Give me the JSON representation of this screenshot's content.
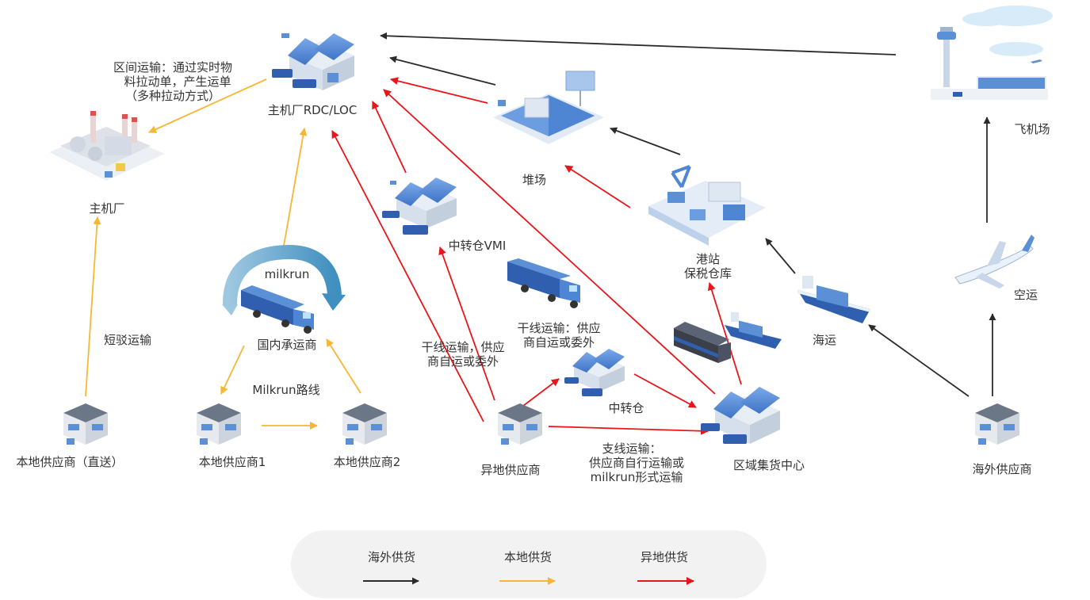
{
  "colors": {
    "overseas": "#2b2b2b",
    "local": "#f7b733",
    "remote": "#e8151b",
    "building": "#5b8fd6",
    "building_dark": "#2f5fae",
    "legend_bg": "#f2f2f2"
  },
  "nodes": {
    "rdc": "主机厂RDC/LOC",
    "oem": "主机厂",
    "yard": "堆场",
    "airport": "飞机场",
    "vmi": "中转仓VMI",
    "port": [
      "港站",
      "保税仓库"
    ],
    "carrier": "国内承运商",
    "transfer": "中转仓",
    "hub": "区域集货中心",
    "local_direct": "本地供应商（直送）",
    "local1": "本地供应商1",
    "local2": "本地供应商2",
    "remote": "异地供应商",
    "overseas": "海外供应商"
  },
  "labels": {
    "interval": [
      "区间运输：通过实时物",
      "料拉动单，产生运单",
      "（多种拉动方式）"
    ],
    "milkrun": "milkrun",
    "short_haul": "短驳运输",
    "milkrun_route": "Milkrun路线",
    "trunk_left": [
      "干线运输，供应",
      "商自运或委外"
    ],
    "trunk_right": [
      "干线运输：供应",
      "商自运或委外"
    ],
    "branch": [
      "支线运输：",
      "供应商自行运输或",
      "milkrun形式运输"
    ],
    "sea": "海运",
    "air": "空运"
  },
  "legend": [
    {
      "label": "海外供货",
      "color": "#2b2b2b"
    },
    {
      "label": "本地供货",
      "color": "#f7b733"
    },
    {
      "label": "异地供货",
      "color": "#e8151b"
    }
  ]
}
